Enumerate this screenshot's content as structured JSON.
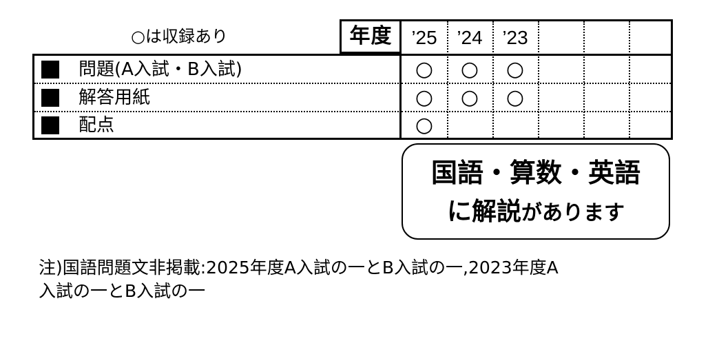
{
  "legend": {
    "circle": "○",
    "text": "は収録あり"
  },
  "header": {
    "nendo_label": "年度"
  },
  "years": [
    "’25",
    "’24",
    "’23",
    "",
    "",
    ""
  ],
  "rows": [
    {
      "label": "問題(A入試・B入試)",
      "marks": [
        "○",
        "○",
        "○",
        "",
        "",
        ""
      ]
    },
    {
      "label": "解答用紙",
      "marks": [
        "○",
        "○",
        "○",
        "",
        "",
        ""
      ]
    },
    {
      "label": "配点",
      "marks": [
        "○",
        "",
        "",
        "",
        "",
        ""
      ]
    }
  ],
  "callout": {
    "line1": "国語・算数・英語",
    "line2_emph": "に解説",
    "line2_rest": "があります"
  },
  "note": {
    "line1": "注)国語問題文非掲載:2025年度A入試の一とB入試の一,2023年度A",
    "line2": "入試の一とB入試の一"
  }
}
